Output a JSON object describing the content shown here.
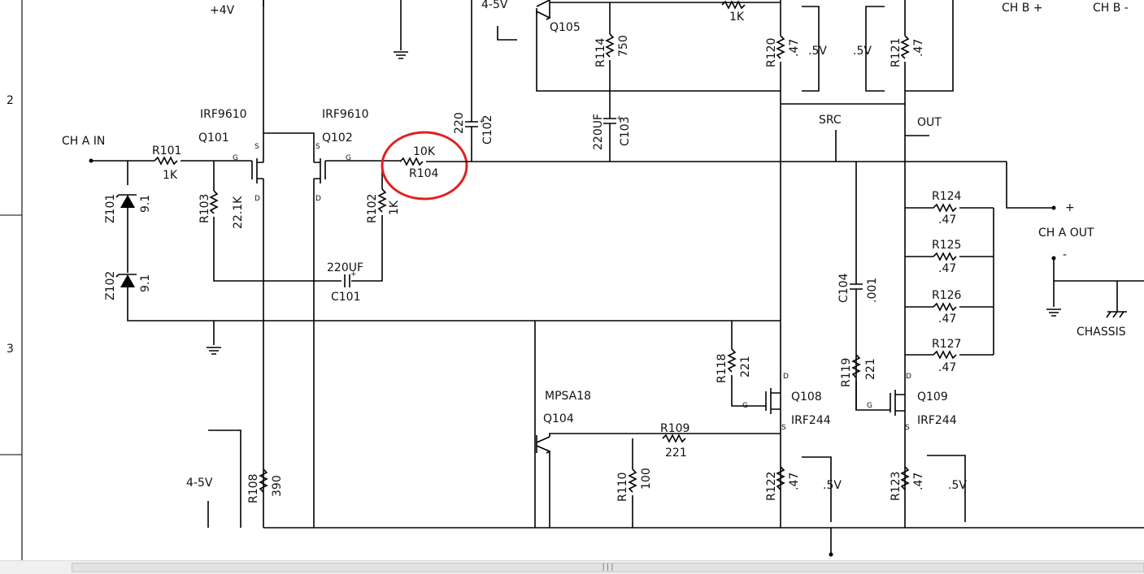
{
  "grid": {
    "row_2": "2",
    "row_3": "3"
  },
  "rails": {
    "top_left": "+4V",
    "bias_top": "4-5V",
    "bias_bottom": "4-5V",
    "half_volt": ".5V"
  },
  "headers": {
    "ch_b_plus": "CH B +",
    "ch_b_minus": "CH B -"
  },
  "nodes": {
    "src": "SRC",
    "out": "OUT",
    "ch_a_in": "CH A IN",
    "ch_a_out": "CH A OUT",
    "plus": "+",
    "minus": "-",
    "chassis": "CHASSIS"
  },
  "pins": {
    "g": "G",
    "s": "S",
    "d": "D"
  },
  "transistors": {
    "q101": {
      "ref": "Q101",
      "part": "IRF9610"
    },
    "q102": {
      "ref": "Q102",
      "part": "IRF9610"
    },
    "q104": {
      "ref": "Q104",
      "part": "MPSA18"
    },
    "q105": {
      "ref": "Q105"
    },
    "q108": {
      "ref": "Q108",
      "part": "IRF244"
    },
    "q109": {
      "ref": "Q109",
      "part": "IRF244"
    }
  },
  "resistors": {
    "r101": {
      "ref": "R101",
      "value": "1K"
    },
    "r102": {
      "ref": "R102",
      "value": "1K"
    },
    "r103": {
      "ref": "R103",
      "value": "22.1K"
    },
    "r104": {
      "ref": "R104",
      "value": "10K"
    },
    "r108": {
      "ref": "R108",
      "value": "390"
    },
    "r109": {
      "ref": "R109",
      "value": "221"
    },
    "r110": {
      "ref": "R110",
      "value": "100"
    },
    "r114": {
      "ref": "R114",
      "value": "750"
    },
    "r118": {
      "ref": "R118",
      "value": "221"
    },
    "r119": {
      "ref": "R119",
      "value": "221"
    },
    "r120": {
      "ref": "R120",
      "value": ".47"
    },
    "r121": {
      "ref": "R121",
      "value": ".47"
    },
    "r122": {
      "ref": "R122",
      "value": ".47"
    },
    "r123": {
      "ref": "R123",
      "value": ".47"
    },
    "r124": {
      "ref": "R124",
      "value": ".47"
    },
    "r125": {
      "ref": "R125",
      "value": ".47"
    },
    "r126": {
      "ref": "R126",
      "value": ".47"
    },
    "r127": {
      "ref": "R127",
      "value": ".47"
    },
    "top_1k": {
      "value": "1K"
    }
  },
  "capacitors": {
    "c101": {
      "ref": "C101",
      "value": "220UF"
    },
    "c102": {
      "ref": "C102",
      "value": "220"
    },
    "c103": {
      "ref": "C103",
      "value": "220UF"
    },
    "c104": {
      "ref": "C104",
      "value": ".001"
    }
  },
  "zeners": {
    "z101": {
      "ref": "Z101",
      "value": "9.1"
    },
    "z102": {
      "ref": "Z102",
      "value": "9.1"
    }
  },
  "highlight": {
    "target": "R104",
    "color": "#e02020"
  },
  "scrollbar": {
    "grip": "|||"
  }
}
